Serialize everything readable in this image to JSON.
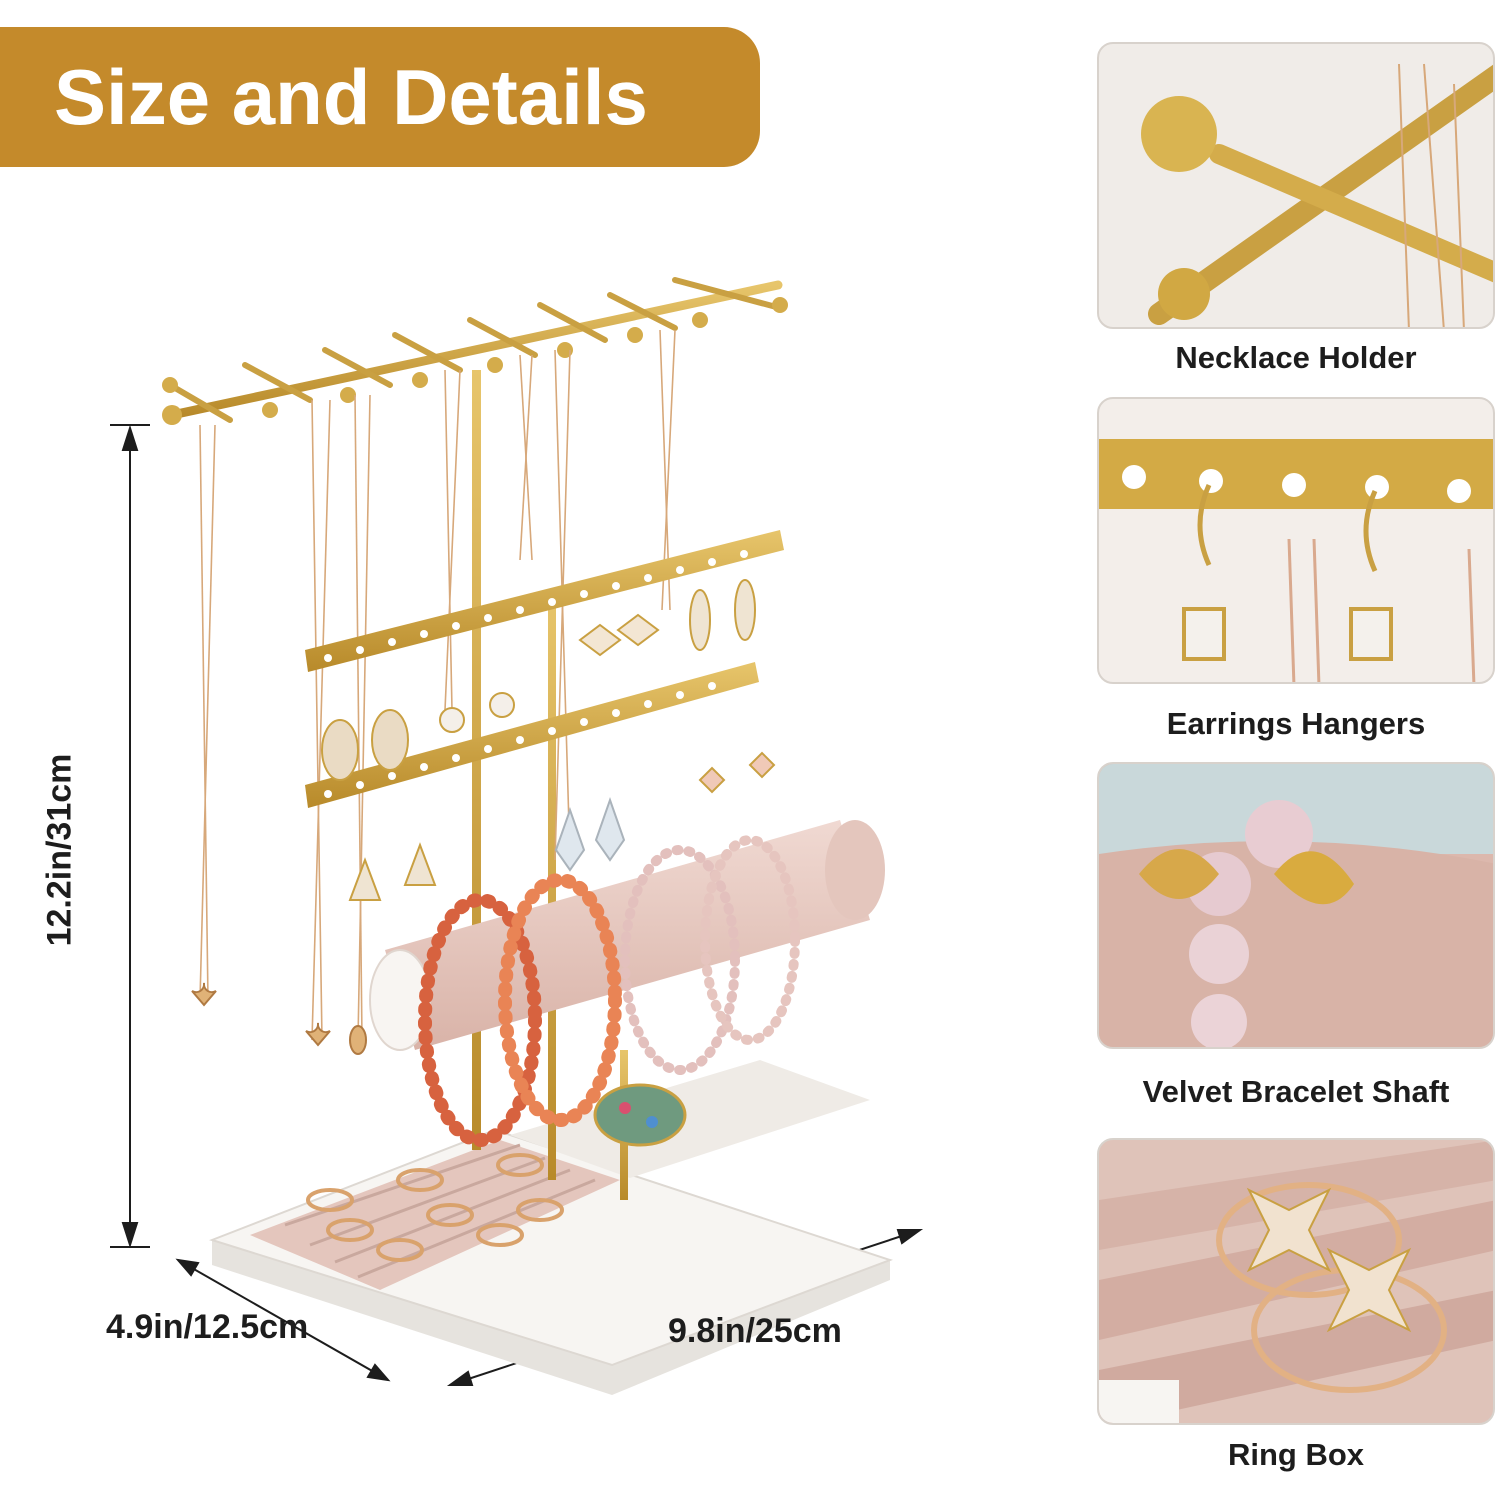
{
  "banner": {
    "title": "Size and Details",
    "color": "#c48a2b"
  },
  "dimensions": {
    "height": "12.2in/31cm",
    "depth": "4.9in/12.5cm",
    "width": "9.8in/25cm"
  },
  "details": [
    {
      "caption": "Necklace Holder",
      "icon": "necklace-holder-closeup"
    },
    {
      "caption": "Earrings Hangers",
      "icon": "earring-hanger-closeup"
    },
    {
      "caption": "Velvet Bracelet Shaft",
      "icon": "velvet-bracelet-shaft-closeup"
    },
    {
      "caption": "Ring Box",
      "icon": "ring-box-closeup"
    }
  ],
  "colors": {
    "gold": "#c9a042",
    "velvet_pink": "#e4c6bd",
    "base_white": "#f7f5f2",
    "text": "#1d1d1d"
  }
}
